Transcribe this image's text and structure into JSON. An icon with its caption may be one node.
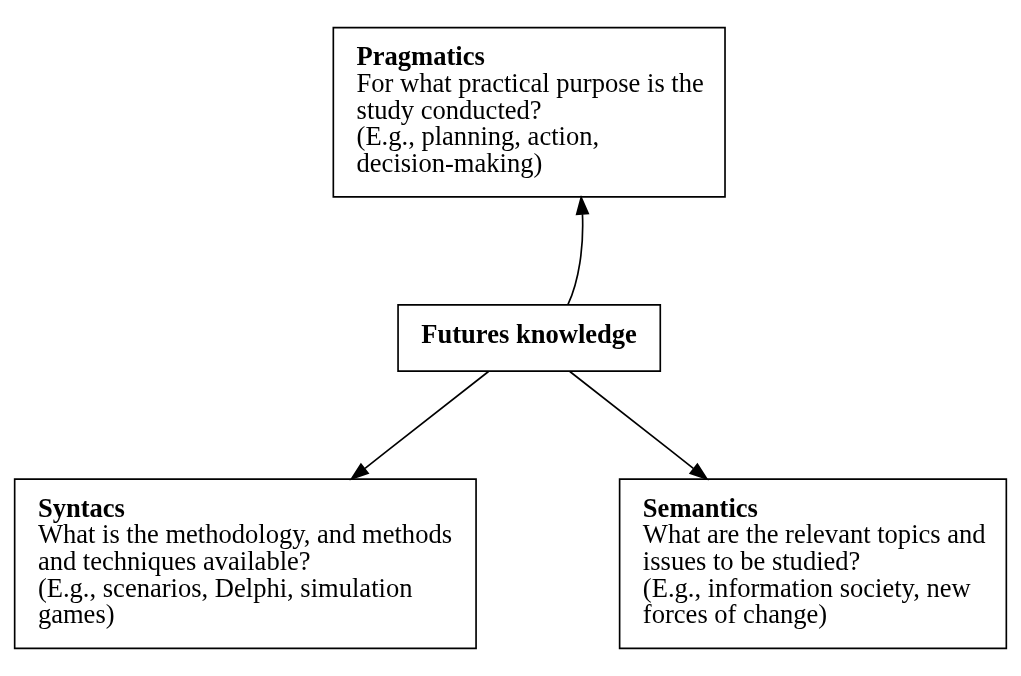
{
  "diagram": {
    "nodes": [
      {
        "text": [
          "Pragmatics",
          "For what practical purpose is the study conducted?",
          "(E.g., planning, action, decision-making)"
        ]
      },
      {
        "text": [
          "Futures knowledge"
        ]
      },
      {
        "text": [
          "Syntacs",
          "What is the methodology, and methods and techniques available?",
          "(E.g., scenarios, Delphi, simulation games)"
        ]
      },
      {
        "text": [
          "Semantics",
          "What are the relevant topics and issues to be studied?",
          "(E.g., information society, new forces of change)"
        ]
      }
    ],
    "edges": [
      {
        "from": 1,
        "to": 0,
        "arrow": "to"
      },
      {
        "from": 1,
        "to": 2,
        "arrow": "to"
      },
      {
        "from": 1,
        "to": 3,
        "arrow": "to"
      }
    ]
  }
}
